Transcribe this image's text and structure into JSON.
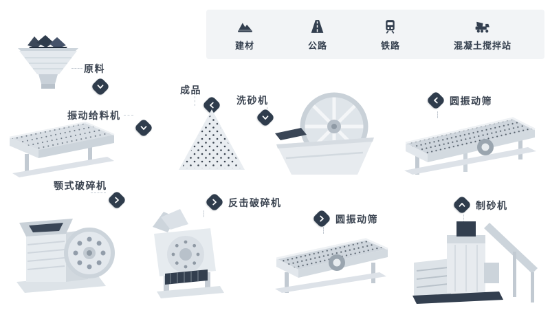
{
  "legend": {
    "items": [
      {
        "label": "建材",
        "icon": "aggregate-icon"
      },
      {
        "label": "公路",
        "icon": "highway-icon"
      },
      {
        "label": "铁路",
        "icon": "railway-icon"
      },
      {
        "label": "混凝土搅拌站",
        "icon": "concrete-mixing-plant-icon"
      }
    ]
  },
  "nodes": [
    {
      "id": "raw-material",
      "label": "原料"
    },
    {
      "id": "vibrating-feeder",
      "label": "振动给料机"
    },
    {
      "id": "finished-product",
      "label": "成品"
    },
    {
      "id": "sand-washer",
      "label": "洗砂机"
    },
    {
      "id": "circular-vibrating-screen-top",
      "label": "圆振动筛"
    },
    {
      "id": "jaw-crusher",
      "label": "颚式破碎机"
    },
    {
      "id": "impact-crusher",
      "label": "反击破碎机"
    },
    {
      "id": "circular-vibrating-screen-bottom",
      "label": "圆振动筛"
    },
    {
      "id": "sand-making-machine",
      "label": "制砂机"
    }
  ],
  "colors": {
    "badge": "#2f3c4c",
    "label_text": "#3a4350",
    "legend_background": "#f2f4f6",
    "machine_light": "#e6ebef",
    "machine_mid": "#d2d9df",
    "machine_dark": "#333f4f"
  }
}
